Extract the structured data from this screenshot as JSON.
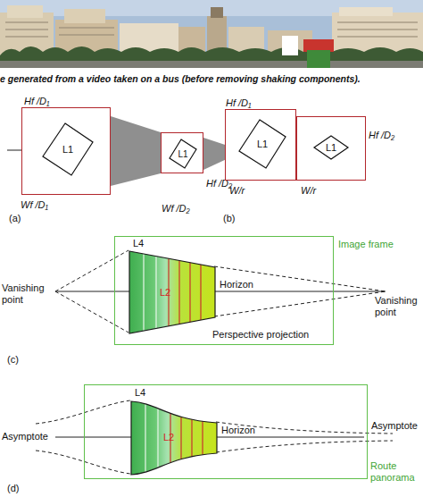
{
  "diagram": {
    "caption": "e generated from a video taken on a bus (before removing shaking components).",
    "nodes": [
      {
        "text": [
          "Hf /D₁",
          "Wf /D₁"
        ]
      },
      {
        "text": [
          "L1"
        ],
        "in": 0
      },
      {
        "text": [
          "Hf /D₂",
          "Wf /D₂"
        ]
      },
      {
        "text": [
          "L1"
        ],
        "in": 2
      },
      {
        "text": [
          "Hf /D₁",
          "W/r"
        ]
      },
      {
        "text": [
          "L1"
        ],
        "in": 4
      },
      {
        "text": [
          "Hf /D₂",
          "W/r"
        ]
      },
      {
        "text": [
          "L1"
        ],
        "in": 6
      },
      {
        "text": [
          "Image frame"
        ]
      },
      {
        "text": [
          "L4",
          "L2"
        ],
        "in": 8
      },
      {
        "text": [
          "Route panorama"
        ]
      },
      {
        "text": [
          "L4",
          "L2"
        ],
        "in": 10
      }
    ],
    "labels": [
      "(a)",
      "(b)",
      "Vanishing point",
      "Horizon",
      "Vanishing point",
      "Perspective projection",
      "(c)",
      "Asymptote",
      "Horizon",
      "Asymptote",
      "(d)"
    ]
  }
}
